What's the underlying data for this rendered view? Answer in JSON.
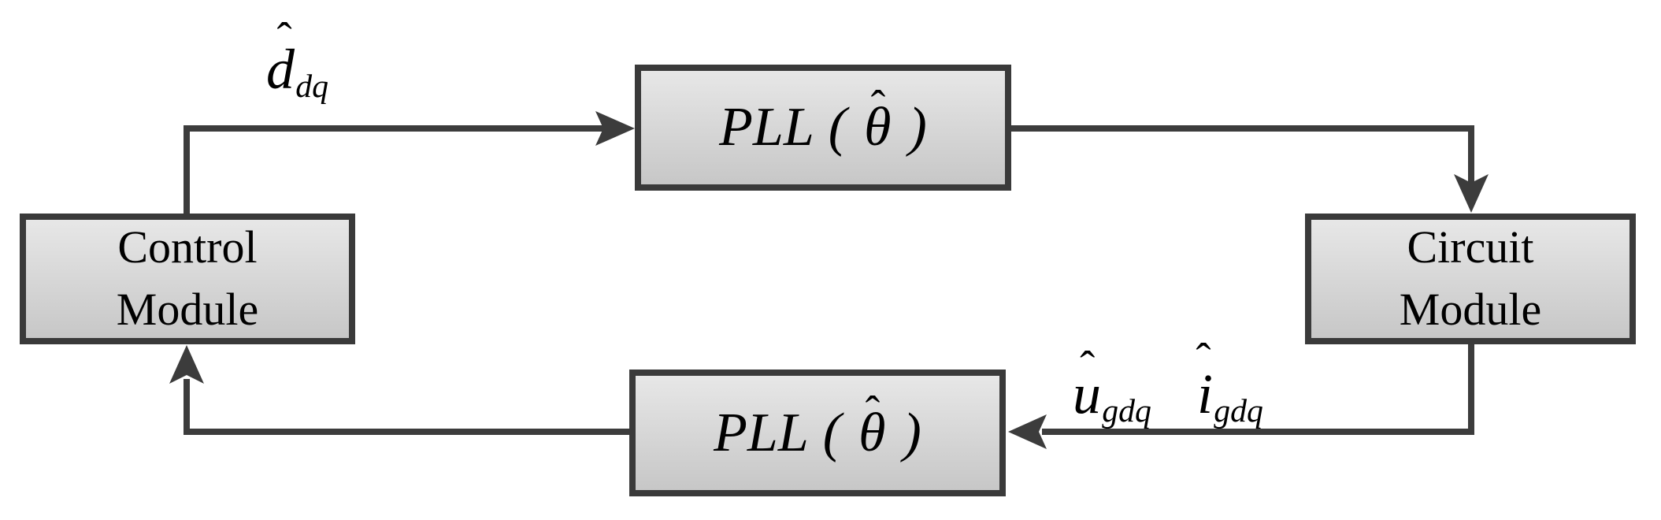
{
  "colors": {
    "wire": "#3c3c3c",
    "box_border": "#3a3a3a",
    "box_fill_top": "#e7e7e7",
    "box_fill_bottom": "#c7c7c7",
    "text": "#000000",
    "bg": "#ffffff"
  },
  "boxes": {
    "control": {
      "line1": "Control",
      "line2": "Module"
    },
    "circuit": {
      "line1": "Circuit",
      "line2": "Module"
    },
    "pll_top": {
      "name": "PLL",
      "open_paren": "(",
      "theta": "θ",
      "hat": "ˆ",
      "close_paren": ")"
    },
    "pll_bottom": {
      "name": "PLL",
      "open_paren": "(",
      "theta": "θ",
      "hat": "ˆ",
      "close_paren": ")"
    }
  },
  "labels": {
    "d_dq": {
      "hat": "ˆ",
      "base": "d",
      "sub": "dq"
    },
    "u_gdq": {
      "hat": "ˆ",
      "base": "u",
      "sub": "gdq"
    },
    "i_gdq": {
      "hat": "ˆ",
      "base": "i",
      "sub": "gdq"
    }
  }
}
